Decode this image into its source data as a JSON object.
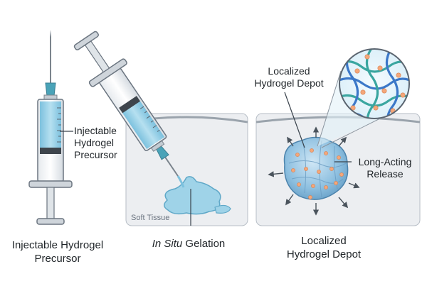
{
  "panels": [
    {
      "label": "Injectable Hydrogel Precursor",
      "callout_lines": [
        "Injectable",
        "Hydrogel",
        "Precursor"
      ],
      "caption_lines": [
        "Injectable Hydrogel",
        "Precursor"
      ]
    },
    {
      "label": "In Situ Gelation",
      "caption_italic": "In Situ",
      "caption_rest": " Gelation",
      "tissue_label": "Soft Tissue"
    },
    {
      "label": "Localized Hydrogel Depot",
      "callout_top_lines": [
        "Localized",
        "Hydrogel Depot"
      ],
      "callout_release_lines": [
        "Long-Acting",
        "Release"
      ],
      "caption_lines": [
        "Localized",
        "Hydrogel Depot"
      ]
    }
  ],
  "colors": {
    "hydrogel": "#9fd3e8",
    "hydrogel_dark": "#5fa8c8",
    "tissue": "#eceef1",
    "outline": "#5b6570",
    "particle": "#f4a77a",
    "network_teal": "#3aa6a0",
    "network_blue": "#3c78c8"
  },
  "icons": [
    "syringe-icon",
    "needle-icon",
    "arrow-icon",
    "magnifier-icon"
  ]
}
